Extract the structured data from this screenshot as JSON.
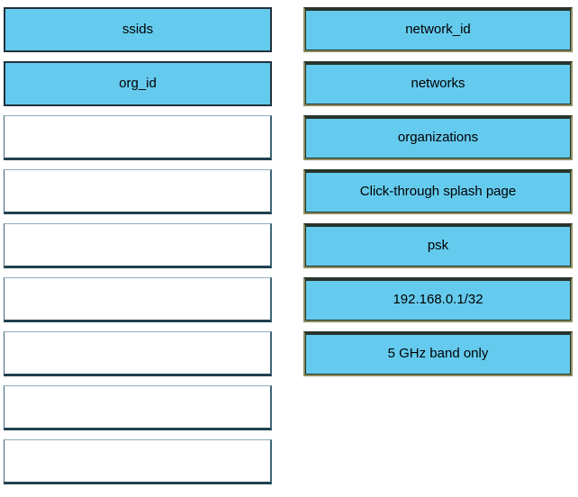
{
  "colors": {
    "background": "#ffffff",
    "box_fill_blue": "#65cbee",
    "left_box_border": "#20303e",
    "empty_box_border": "#3f6676",
    "empty_box_border_light": "#8fadba",
    "empty_box_border_dark": "#20414f",
    "right_box_border_outer": "#8c8c60",
    "right_box_border_inner": "#28342c",
    "text": "#000000"
  },
  "left_column": {
    "items": [
      {
        "label": "ssids",
        "state": "filled"
      },
      {
        "label": "org_id",
        "state": "filled"
      },
      {
        "label": "",
        "state": "empty"
      },
      {
        "label": "",
        "state": "empty"
      },
      {
        "label": "",
        "state": "empty"
      },
      {
        "label": "",
        "state": "empty"
      },
      {
        "label": "",
        "state": "empty"
      },
      {
        "label": "",
        "state": "empty"
      },
      {
        "label": "",
        "state": "empty"
      }
    ]
  },
  "right_column": {
    "items": [
      {
        "label": "network_id"
      },
      {
        "label": "networks"
      },
      {
        "label": "organizations"
      },
      {
        "label": "Click-through splash page"
      },
      {
        "label": "psk"
      },
      {
        "label": "192.168.0.1/32"
      },
      {
        "label": "5 GHz band only"
      }
    ]
  }
}
